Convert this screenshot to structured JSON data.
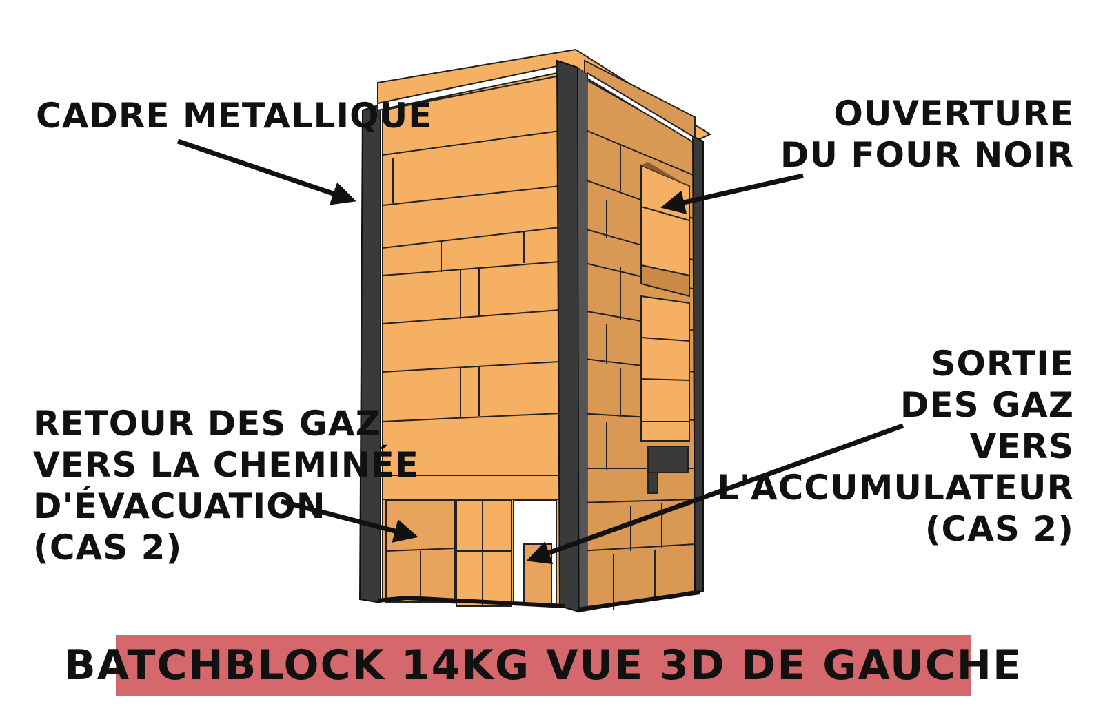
{
  "labels": {
    "cadre_metallique": "CADRE METALLIQUE",
    "ouverture": [
      "OUVERTURE",
      "DU FOUR NOIR"
    ],
    "retour_gaz": [
      "RETOUR DES GAZ",
      "VERS LA CHEMINÉE",
      "D'ÉVACUATION",
      "(CAS 2)"
    ],
    "sortie_gaz": [
      "SORTIE",
      "DES GAZ",
      "VERS",
      "L'ACCUMULATEUR",
      "(CAS 2)"
    ]
  },
  "title": "BATCHBLOCK 14KG VUE 3D DE GAUCHE",
  "colors": {
    "brick_front": "#f5b063",
    "brick_side": "#d99955",
    "frame": "#3a3a3a",
    "title_bar": "#d4686c",
    "text": "#111111"
  }
}
